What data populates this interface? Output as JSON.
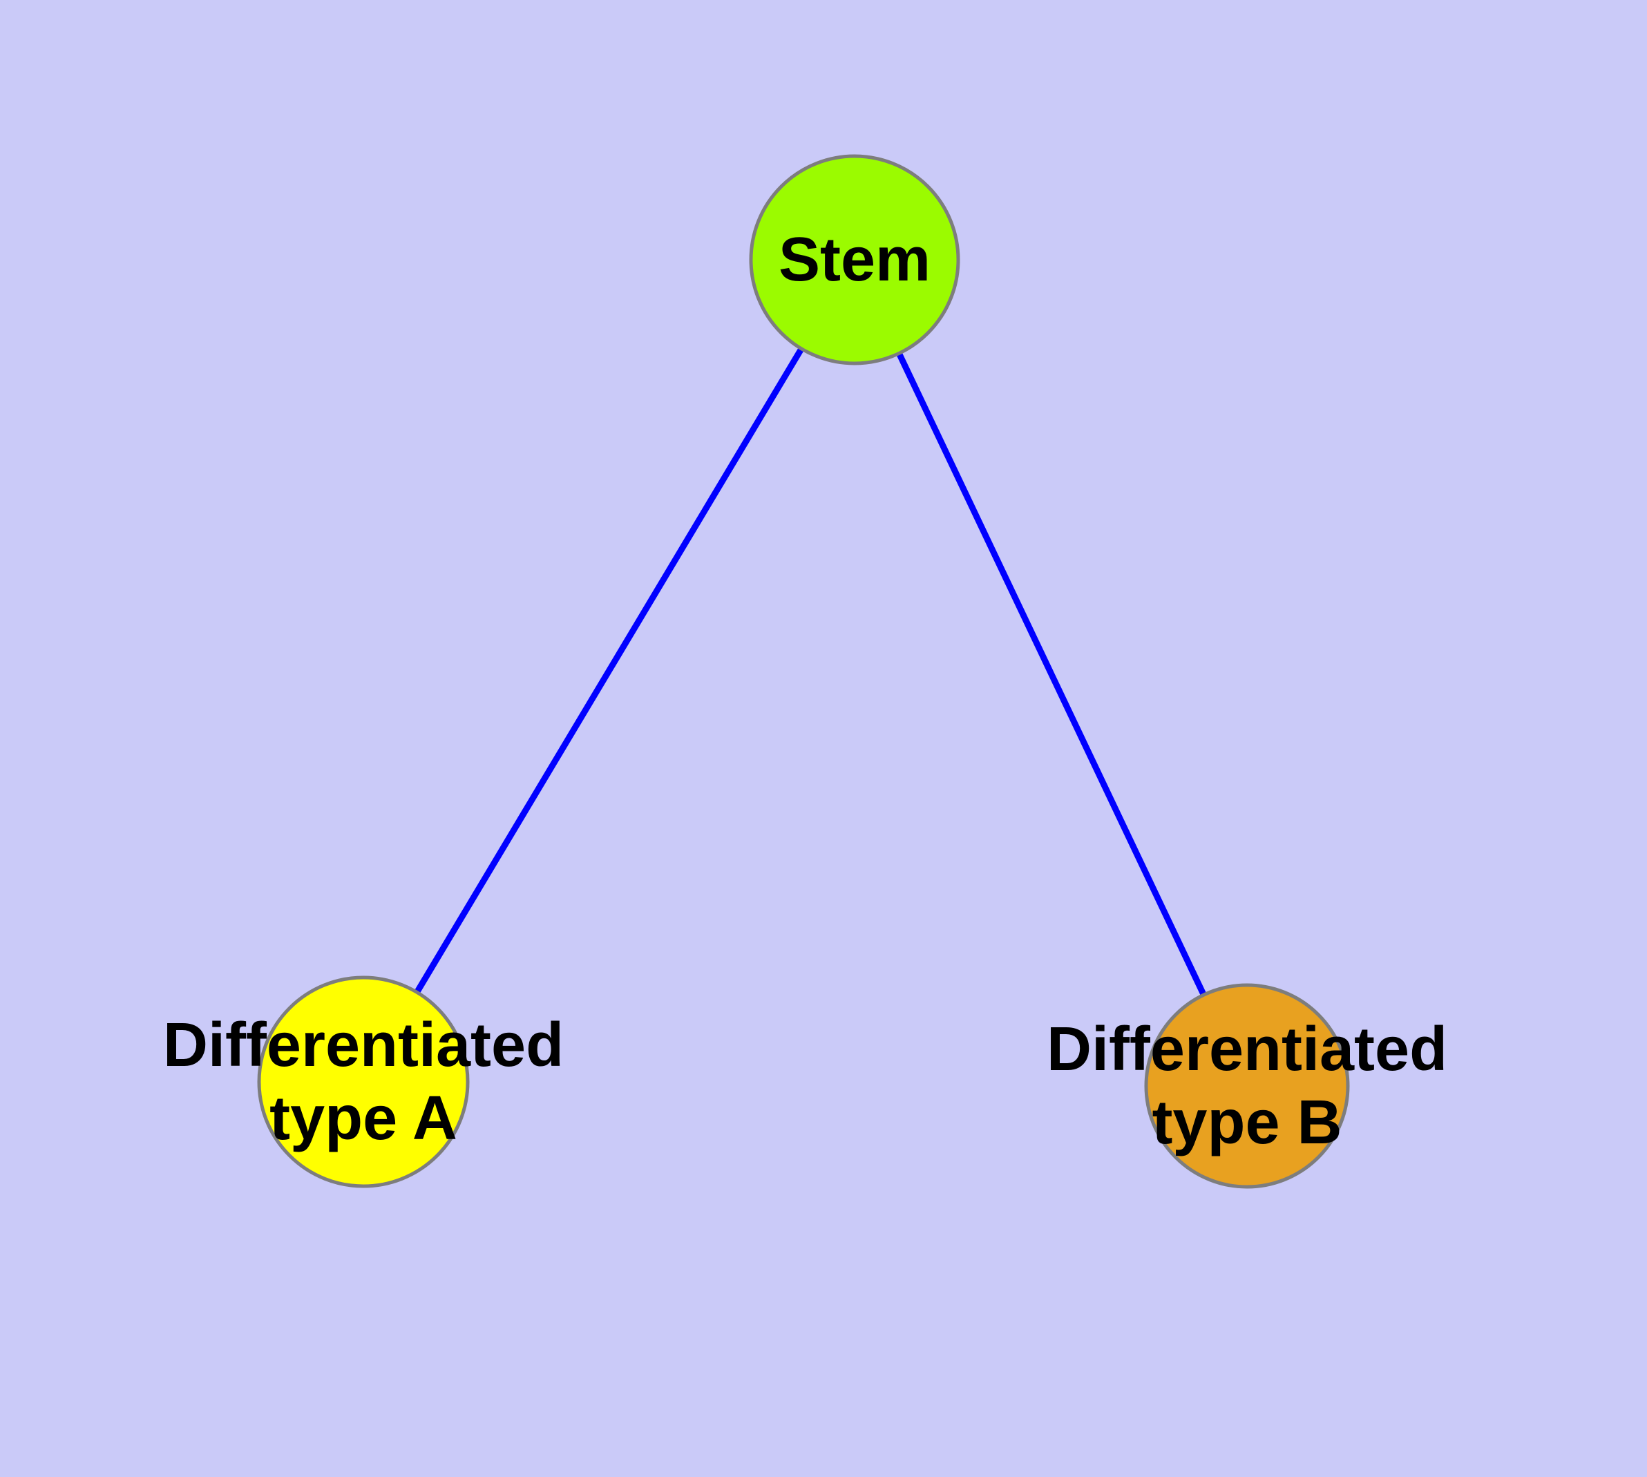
{
  "diagram": {
    "type": "graph",
    "description": "Cell differentiation graph: stem node with two differentiated descendant types",
    "background_color": "#CACAF8",
    "edge_color": "#0000FF",
    "node_border_color": "#7D7D7D",
    "label_color": "#000000",
    "nodes": [
      {
        "id": "stem",
        "label": "Stem",
        "lines": [
          "Stem"
        ],
        "color": "#9BFB00"
      },
      {
        "id": "type-a",
        "label": "Differentiated type A",
        "lines": [
          "Differentiated",
          "type A"
        ],
        "color": "#FFFF00"
      },
      {
        "id": "type-b",
        "label": "Differentiated type B",
        "lines": [
          "Differentiated",
          "type B"
        ],
        "color": "#E8A120"
      }
    ],
    "edges": [
      {
        "source": "Stem",
        "target": "Differentiated type A"
      },
      {
        "source": "Stem",
        "target": "Differentiated type B"
      }
    ]
  }
}
